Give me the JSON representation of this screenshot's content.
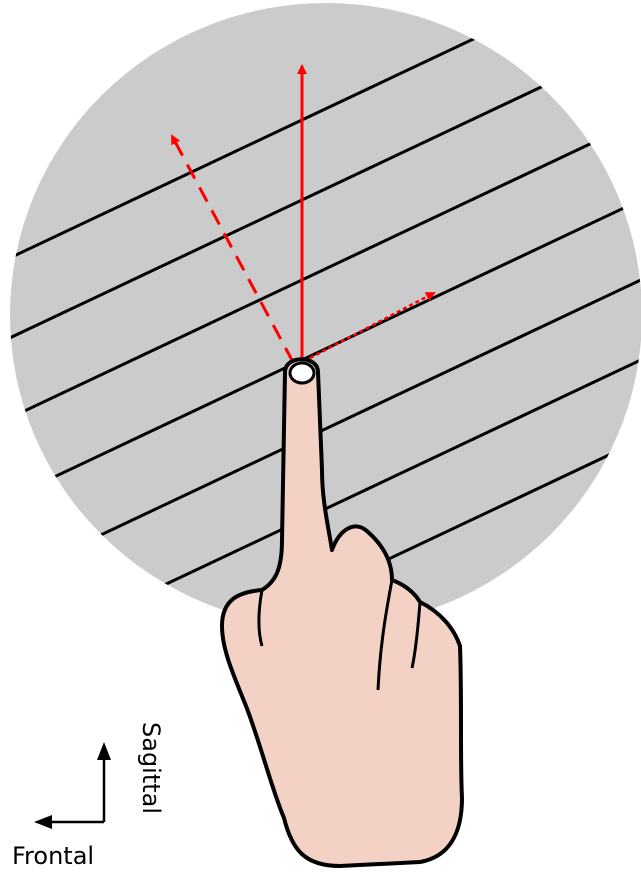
{
  "diagram": {
    "axis_labels": {
      "sagittal": "Sagittal",
      "frontal": "Frontal"
    },
    "colors": {
      "disc_fill": "#cbcbcb",
      "grating_lines": "#000000",
      "arrows": "#ff0000",
      "skin": "#f3d2c5",
      "outline": "#000000",
      "nail": "#ffffff"
    },
    "elements": {
      "disc": "circular textured surface with parallel diagonal grooves",
      "hand": "index finger touching the surface",
      "arrows": [
        "solid arrow pointing up (sagittal direction)",
        "dashed arrow pointing up-left",
        "dotted arrow pointing right"
      ]
    }
  }
}
